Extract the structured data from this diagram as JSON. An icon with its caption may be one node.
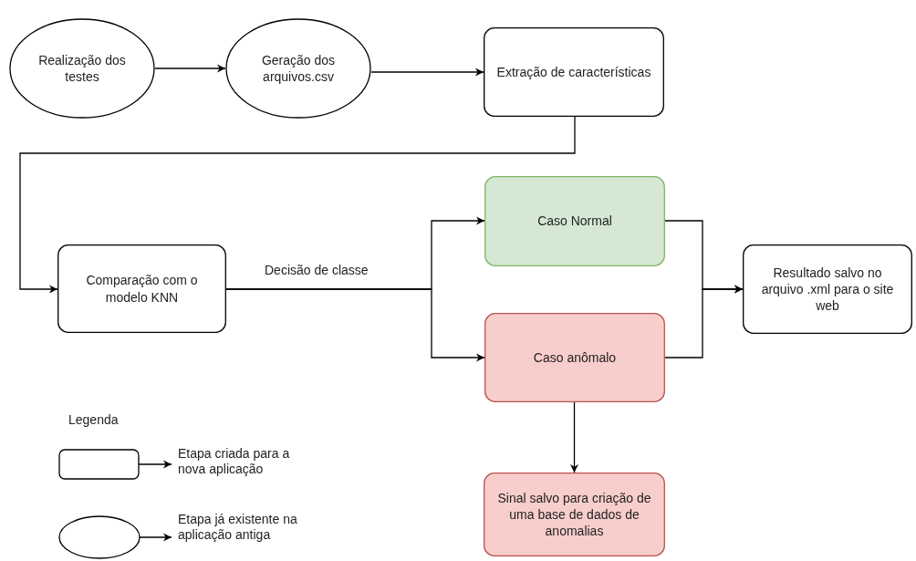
{
  "diagram": {
    "nodes": [
      {
        "text": [
          "Realização dos testes"
        ]
      },
      {
        "text": [
          "Geração dos arquivos.csv"
        ]
      },
      {
        "text": [
          "Extração de características"
        ]
      },
      {
        "text": [
          "Comparação com o modelo KNN"
        ]
      },
      {
        "text": [
          "Caso Normal"
        ]
      },
      {
        "text": [
          "Caso anômalo"
        ]
      },
      {
        "text": [
          "Resultado salvo no arquivo .xml para o site web"
        ]
      },
      {
        "text": [
          "Sinal salvo para criação de uma base de dados de anomalias"
        ]
      }
    ],
    "edges": [
      {
        "from": 0,
        "to": 1,
        "arrow": "to"
      },
      {
        "from": 1,
        "to": 2,
        "arrow": "to"
      },
      {
        "from": 2,
        "to": 3,
        "arrow": "to"
      },
      {
        "from": 3,
        "to": 4,
        "arrow": "to",
        "label": "Decisão de classe"
      },
      {
        "from": 3,
        "to": 5,
        "arrow": "to"
      },
      {
        "from": 4,
        "to": 6,
        "arrow": "to"
      },
      {
        "from": 5,
        "to": 6,
        "arrow": "to"
      },
      {
        "from": 5,
        "to": 7,
        "arrow": "to"
      }
    ],
    "labels": [
      "Legenda"
    ],
    "legend": [
      {
        "text": "Etapa criada para a nova aplicação"
      },
      {
        "text": "Etapa já existente na aplicação antiga"
      }
    ]
  }
}
